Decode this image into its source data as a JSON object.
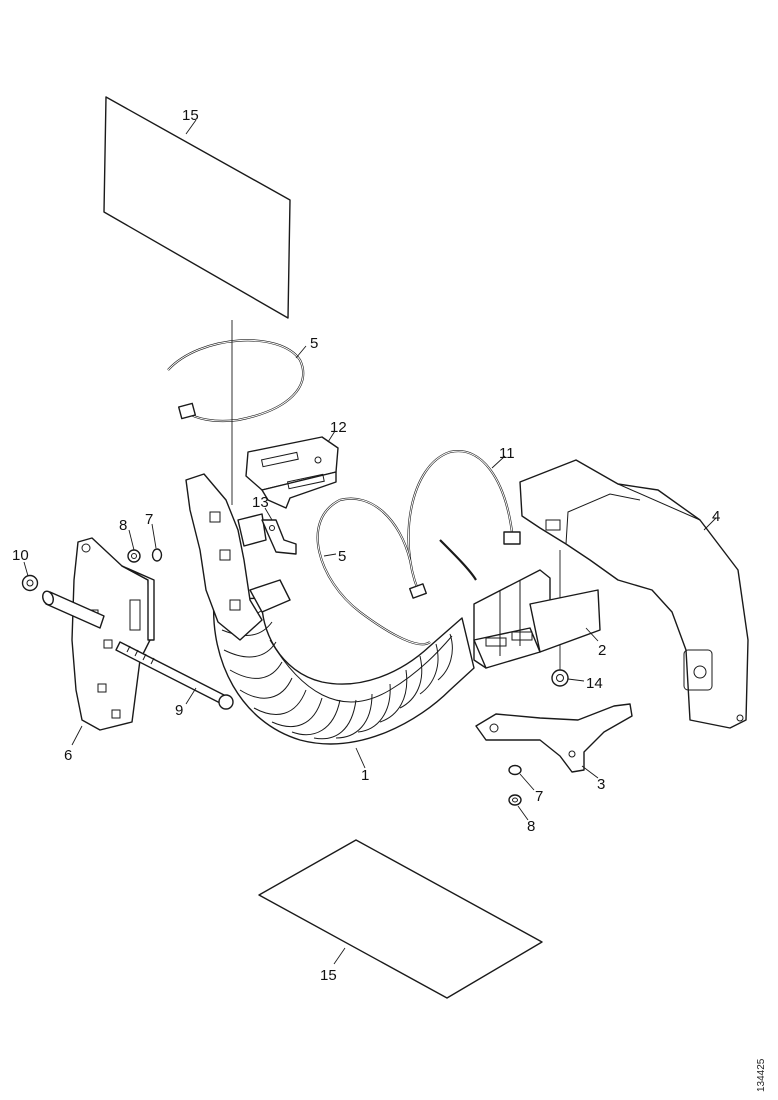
{
  "callouts": {
    "c15a": "15",
    "c5a": "5",
    "c12": "12",
    "c11": "11",
    "c4": "4",
    "c13": "13",
    "c5b": "5",
    "c8a": "8",
    "c7a": "7",
    "c10": "10",
    "c2": "2",
    "c14": "14",
    "c9": "9",
    "c6": "6",
    "c1": "1",
    "c3": "3",
    "c7b": "7",
    "c8b": "8",
    "c15b": "15"
  },
  "document_number": "134425"
}
